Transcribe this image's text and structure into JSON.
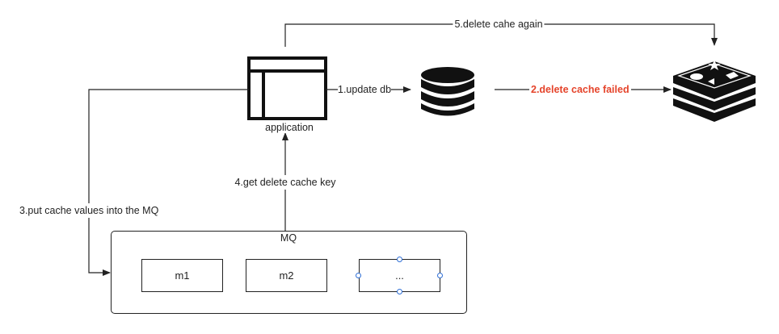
{
  "nodes": {
    "application": "application",
    "mq_title": "MQ",
    "messages": [
      "m1",
      "m2",
      "..."
    ]
  },
  "edges": {
    "update_db": "1.update db",
    "delete_cache_failed": "2.delete cache failed",
    "put_cache_values": "3.put cache values into the MQ",
    "get_delete_cache_key": "4.get delete cache key",
    "delete_cache_again": "5.delete cahe again"
  },
  "colors": {
    "failure_text": "#e5442b",
    "selection_handle": "#2f6fd6",
    "stroke": "#222222"
  },
  "icons": [
    "application-window-icon",
    "database-icon",
    "redis-cache-icon"
  ]
}
